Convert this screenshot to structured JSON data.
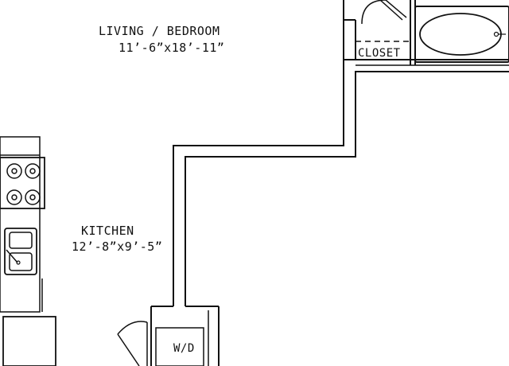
{
  "rooms": {
    "living_bedroom": {
      "name": "LIVING / BEDROOM",
      "dimensions": "11’-6”x18’-11”"
    },
    "kitchen": {
      "name": "KITCHEN",
      "dimensions": "12’-8”x9’-5”"
    },
    "closet": {
      "name": "CLOSET"
    },
    "laundry": {
      "name": "W/D"
    }
  },
  "colors": {
    "line": "#111111",
    "background": "#ffffff"
  },
  "fixtures": [
    "range-cooktop",
    "double-sink",
    "bathtub",
    "washer-dryer",
    "doors"
  ]
}
